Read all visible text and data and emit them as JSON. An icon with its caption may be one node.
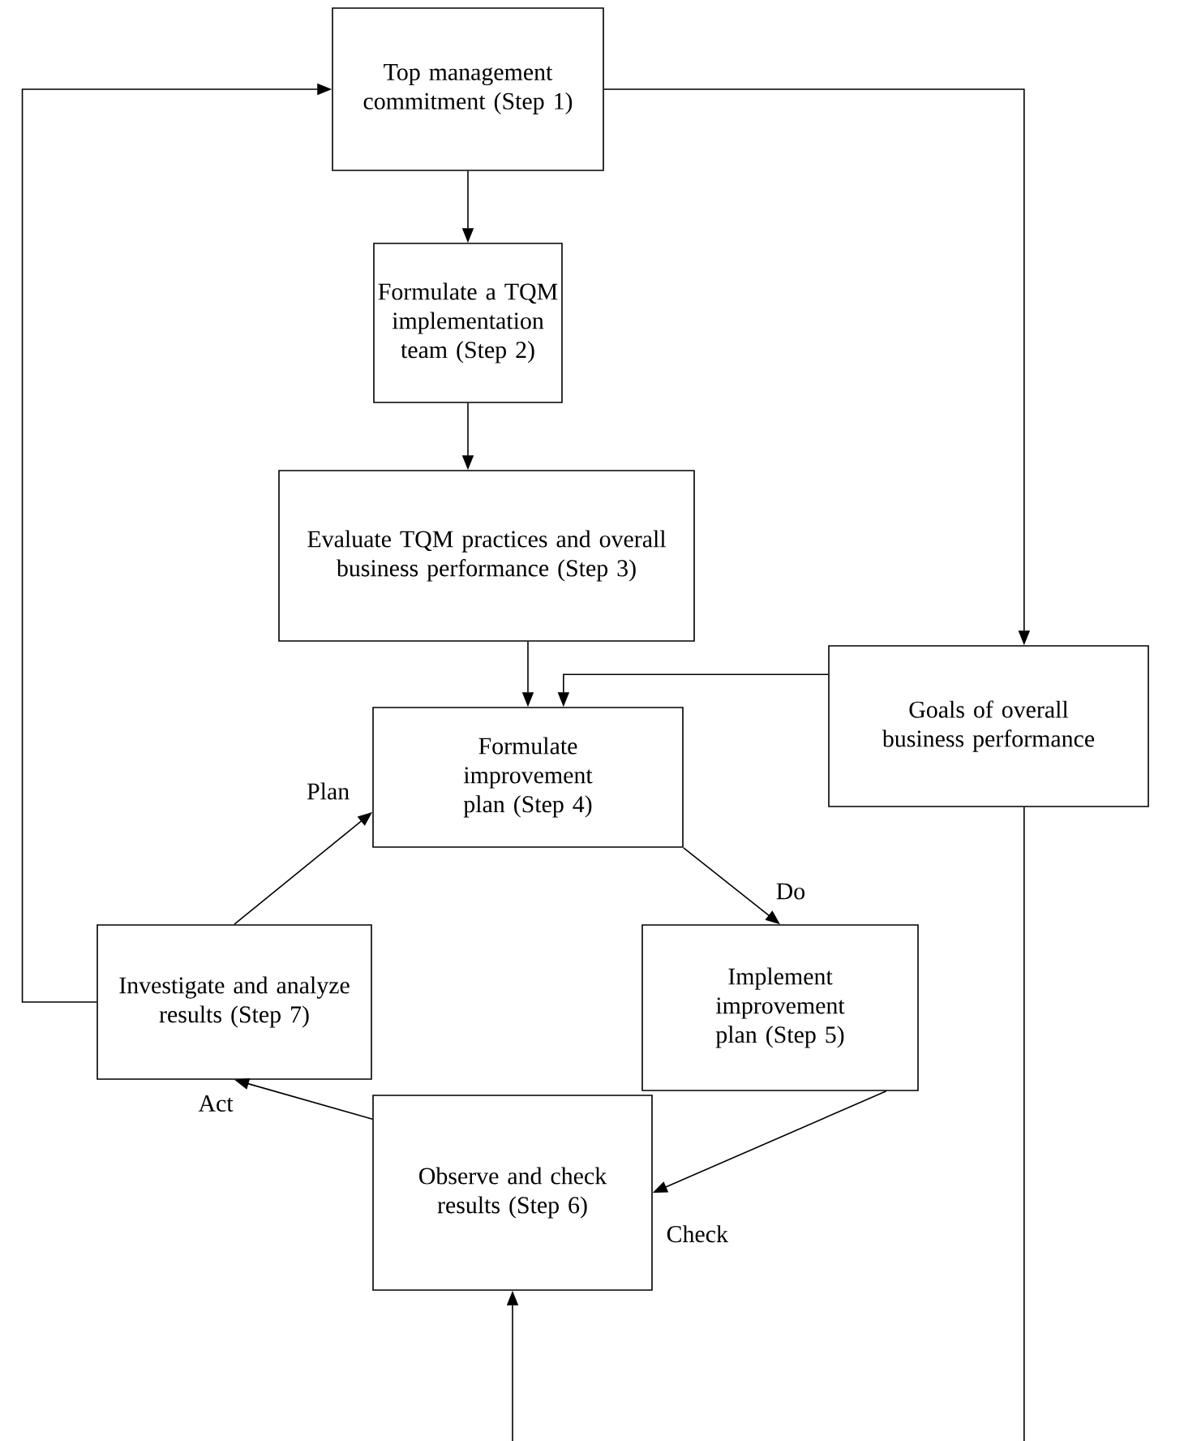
{
  "diagram": {
    "nodes": [
      {
        "text": [
          "Top management commitment (Step 1)"
        ]
      },
      {
        "text": [
          "Formulate a TQM implementation team (Step 2)"
        ]
      },
      {
        "text": [
          "Evaluate TQM practices and overall business performance (Step 3)"
        ]
      },
      {
        "text": [
          "Formulate improvement plan (Step 4)"
        ]
      },
      {
        "text": [
          "Implement improvement plan (Step 5)"
        ]
      },
      {
        "text": [
          "Observe and check results (Step 6)"
        ]
      },
      {
        "text": [
          "Investigate and analyze results (Step 7)"
        ]
      },
      {
        "text": [
          "Goals of overall business performance"
        ]
      }
    ],
    "edges": [
      {
        "from": 0,
        "to": 1,
        "arrow": "to"
      },
      {
        "from": 1,
        "to": 2,
        "arrow": "to"
      },
      {
        "from": 2,
        "to": 3,
        "arrow": "to"
      },
      {
        "from": 7,
        "to": 3,
        "arrow": "to"
      },
      {
        "from": 3,
        "to": 4,
        "arrow": "to",
        "label": "Do"
      },
      {
        "from": 4,
        "to": 5,
        "arrow": "to",
        "label": "Check"
      },
      {
        "from": 5,
        "to": 6,
        "arrow": "to",
        "label": "Act"
      },
      {
        "from": 6,
        "to": 3,
        "arrow": "to",
        "label": "Plan"
      },
      {
        "from": 6,
        "to": 0,
        "arrow": "to"
      },
      {
        "from": 0,
        "to": 7,
        "arrow": "to"
      },
      {
        "from": 7,
        "to": null,
        "arrow": "none"
      },
      {
        "from": null,
        "to": 5,
        "arrow": "to"
      }
    ]
  }
}
